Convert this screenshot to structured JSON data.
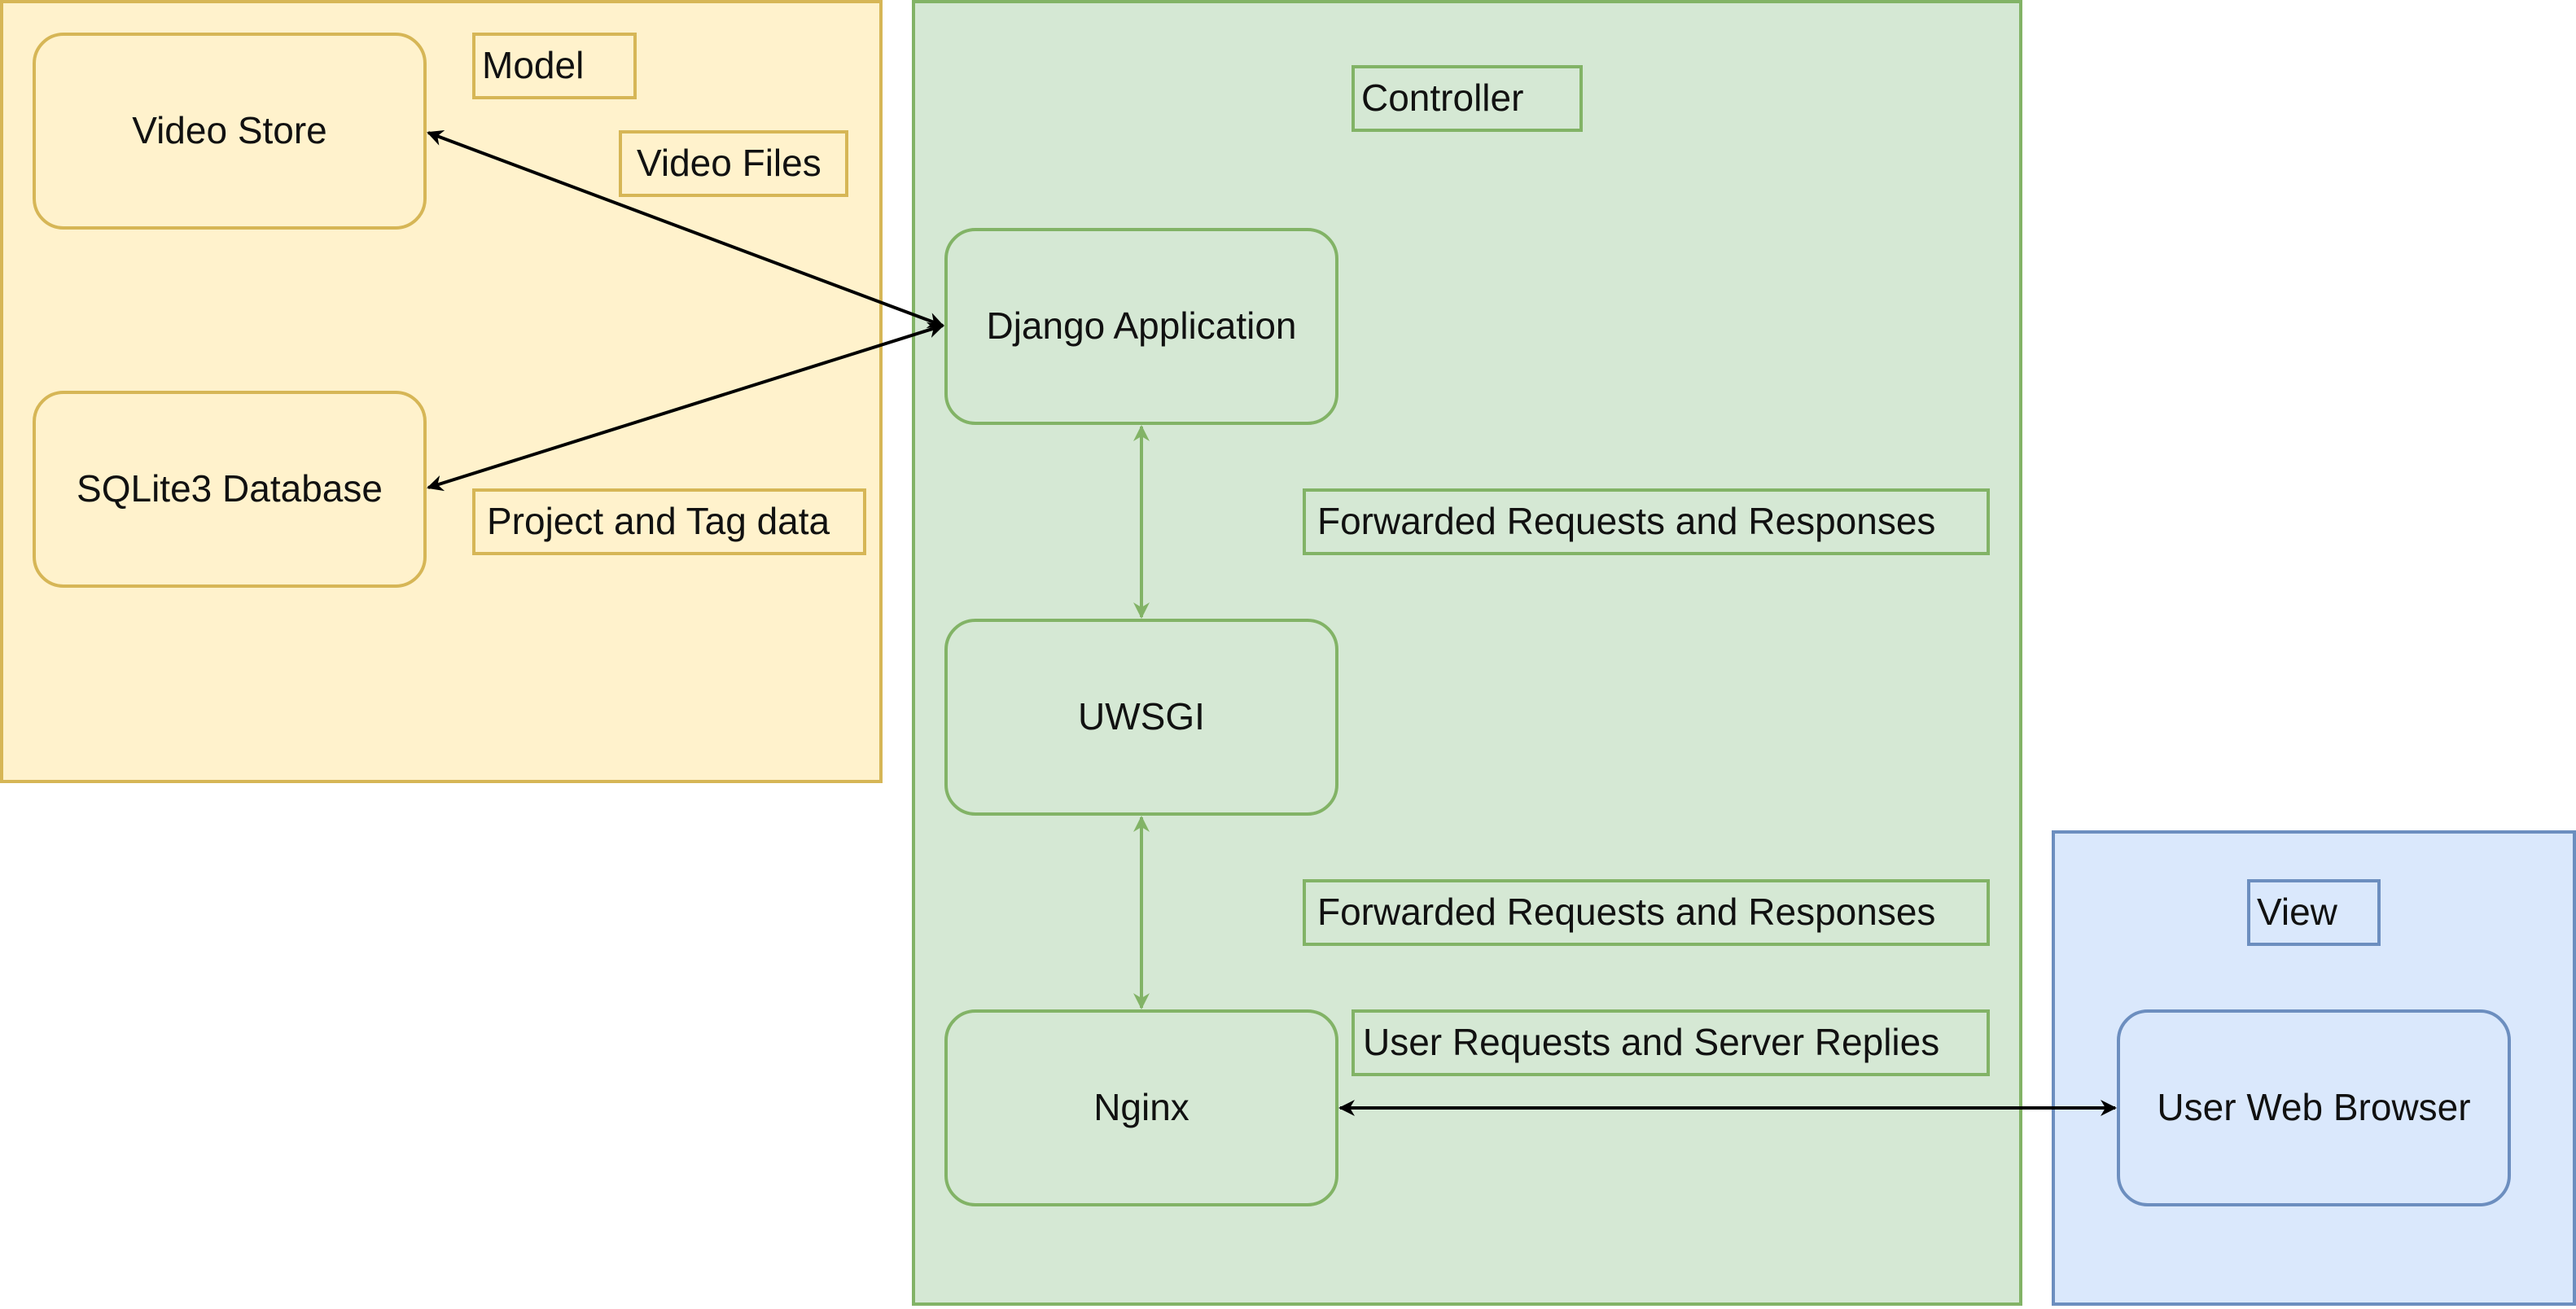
{
  "colors": {
    "model_fill": "#fff2cc",
    "model_stroke": "#d6b656",
    "controller_fill": "#d5e8d4",
    "controller_stroke": "#82b366",
    "view_fill": "#dae8fc",
    "view_stroke": "#6c8ebf",
    "black_arrow": "#000000",
    "green_arrow": "#82b366"
  },
  "model": {
    "title": "Model",
    "video_store": "Video Store",
    "sqlite_database": "SQLite3 Database",
    "video_files_label": "Video Files",
    "project_tag_label": "Project and Tag data"
  },
  "controller": {
    "title": "Controller",
    "django": "Django Application",
    "uwsgi": "UWSGI",
    "nginx": "Nginx",
    "forward_label_1": "Forwarded Requests and Responses",
    "forward_label_2": "Forwarded Requests and Responses",
    "user_requests_label": "User Requests and Server Replies"
  },
  "view": {
    "title": "View",
    "browser": "User Web Browser"
  }
}
